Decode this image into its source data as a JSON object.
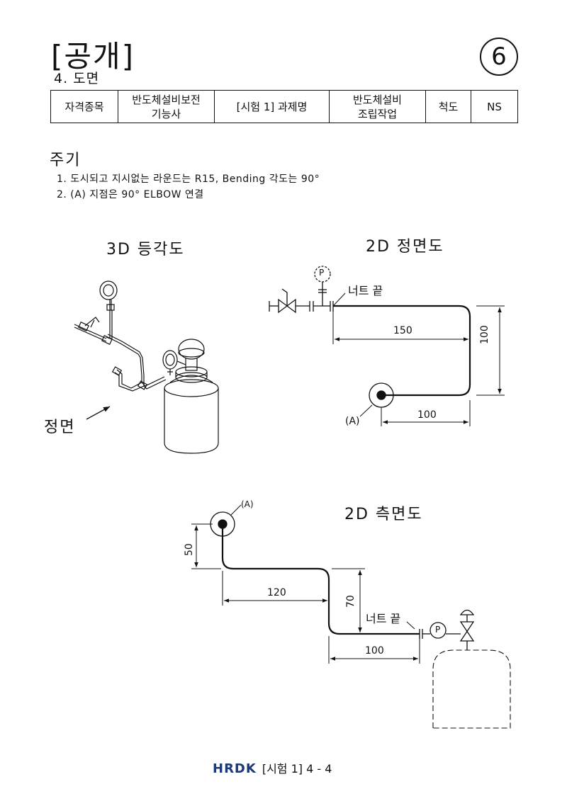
{
  "header": {
    "title": "[공개]",
    "subtitle": "4. 도면",
    "sheet_number": "6"
  },
  "info_table": [
    "자격종목",
    "반도체설비보전\n기능사",
    "[시험 1] 과제명",
    "반도체설비\n조립작업",
    "척도",
    "NS"
  ],
  "notes": {
    "title": "주기",
    "items": [
      "1. 도시되고 지시없는 라운드는 R15, Bending 각도는 90°",
      "2. (A) 지점은 90° ELBOW 연결"
    ]
  },
  "views": {
    "iso": {
      "title": "3D 등각도",
      "front_label": "정면"
    },
    "front": {
      "title": "2D 정면도",
      "nut_label": "너트 끝",
      "gauge_label": "P",
      "point_label": "(A)",
      "dims": {
        "horizontal_top": "150",
        "vertical": "100",
        "horizontal_bottom": "100"
      }
    },
    "side": {
      "title": "2D 측면도",
      "nut_label": "너트 끝",
      "gauge_label": "P",
      "point_label": "(A)",
      "dims": {
        "vertical_top": "50",
        "horizontal_mid": "120",
        "vertical_mid": "70",
        "horizontal_bottom": "100"
      }
    }
  },
  "footer": {
    "logo": "HRDK",
    "text": "[시험 1] 4 - 4"
  }
}
